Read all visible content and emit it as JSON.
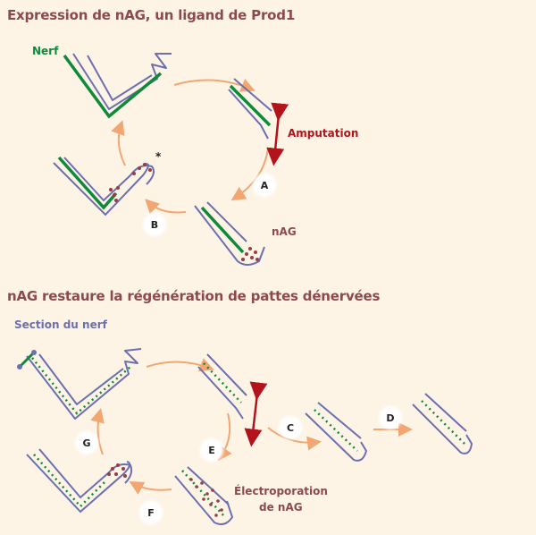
{
  "section1": {
    "title": "Expression de nAG, un ligand de Prod1",
    "nerve_label": "Nerf",
    "amputation_label": "Amputation",
    "nag_label": "nAG",
    "step_a": "A",
    "step_b": "B",
    "star": "*"
  },
  "section2": {
    "title": "nAG restaure la régénération de pattes dénervées",
    "section_label": "Section du nerf",
    "electroporation_line1": "Électroporation",
    "electroporation_line2": "de nAG",
    "step_c": "C",
    "step_d": "D",
    "step_e": "E",
    "step_f": "F",
    "step_g": "G"
  },
  "colors": {
    "background": "#fdf4e6",
    "limb_outline": "#6c6fb0",
    "nerve": "#0f8a3a",
    "arrow": "#f2a672",
    "amputation": "#b3141b",
    "nag_dots": "#9b3b44",
    "title": "#8c4a4f"
  }
}
